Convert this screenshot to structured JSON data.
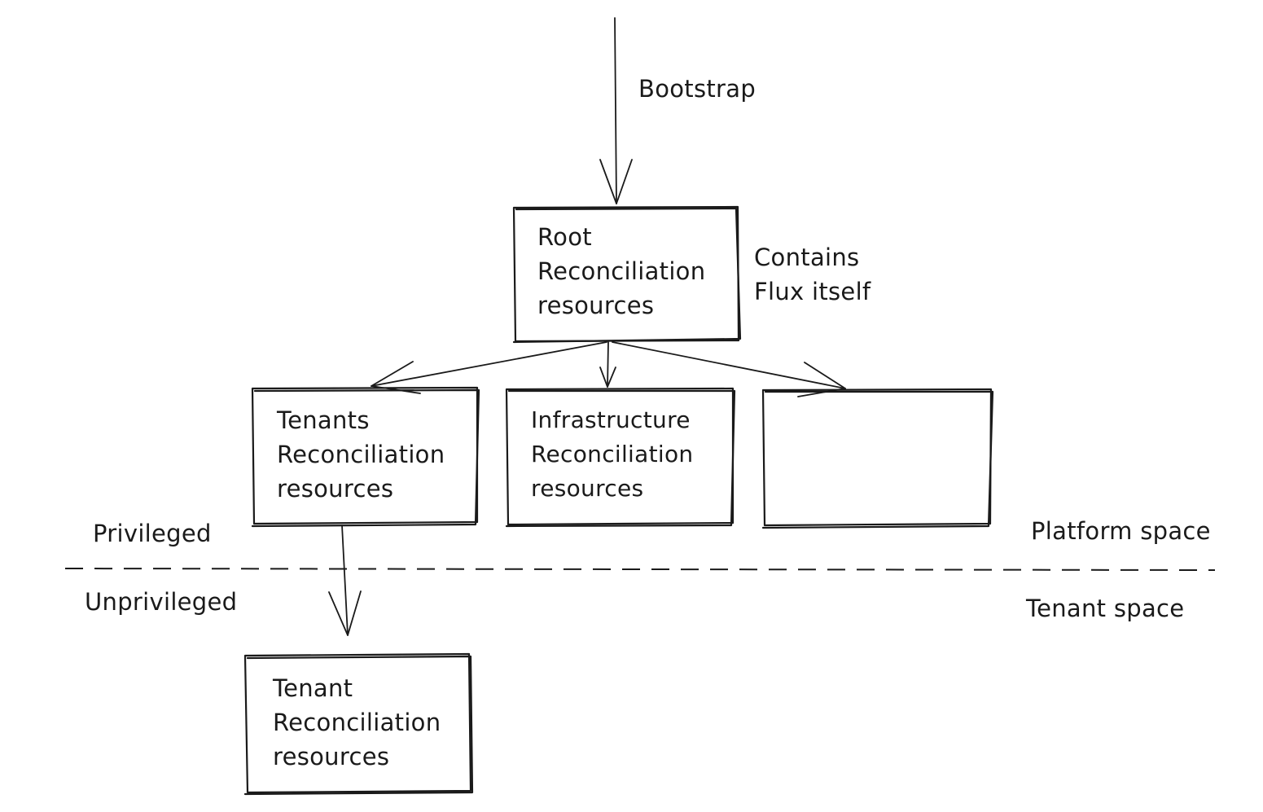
{
  "nodes": {
    "root": {
      "lines": [
        "Root",
        "Reconciliation",
        "resources"
      ],
      "note": [
        "Contains",
        "Flux itself"
      ]
    },
    "tenants": {
      "lines": [
        "Tenants",
        "Reconciliation",
        "resources"
      ]
    },
    "infrastructure": {
      "lines": [
        "Infrastructure",
        "Reconciliation",
        "resources"
      ]
    },
    "empty": {
      "lines": []
    },
    "tenant": {
      "lines": [
        "Tenant",
        "Reconciliation",
        "resources"
      ]
    }
  },
  "edges": {
    "bootstrap_label": "Bootstrap"
  },
  "zones": {
    "privileged": "Privileged",
    "unprivileged": "Unprivileged",
    "platform_space": "Platform space",
    "tenant_space": "Tenant space"
  }
}
